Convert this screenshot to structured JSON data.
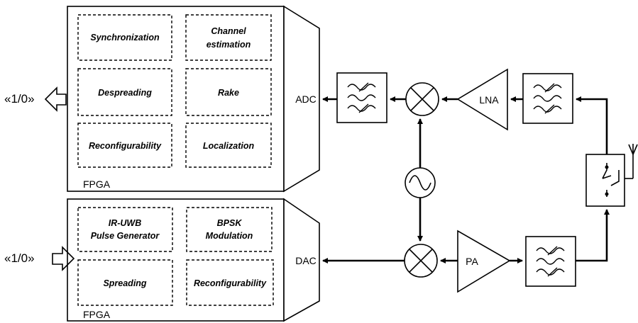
{
  "rx_fpga": {
    "label": "FPGA",
    "converter": "ADC",
    "output": "«1/0»",
    "functions": [
      "Synchronization",
      "Channel",
      "estimation",
      "Despreading",
      "Rake",
      "Reconfigurability",
      "Localization"
    ]
  },
  "tx_fpga": {
    "label": "FPGA",
    "converter": "DAC",
    "input": "«1/0»",
    "functions": [
      "IR-UWB",
      "Pulse Generator",
      "BPSK",
      "Modulation",
      "Spreading",
      "Reconfigurability"
    ]
  },
  "rf": {
    "lna": "LNA",
    "pa": "PA"
  }
}
